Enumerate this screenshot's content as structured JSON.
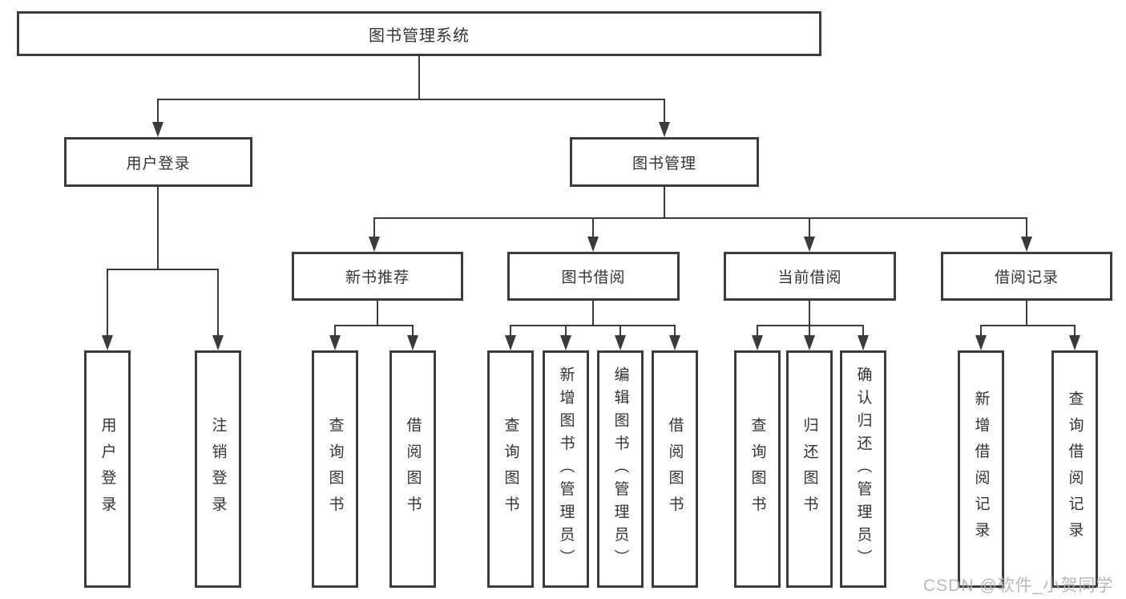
{
  "diagram": {
    "root": "图书管理系统",
    "level2": {
      "user_login": "用户登录",
      "book_management": "图书管理"
    },
    "level3": {
      "new_book": "新书推荐",
      "book_borrow": "图书借阅",
      "current_borrow": "当前借阅",
      "borrow_record": "借阅记录"
    },
    "leaves": {
      "user_login": [
        "用户登录",
        "注销登录"
      ],
      "new_book": [
        "查询图书",
        "借阅图书"
      ],
      "book_borrow": [
        "查询图书",
        "新增图书（管理员）",
        "编辑图书（管理员）",
        "借阅图书"
      ],
      "current_borrow": [
        "查询图书",
        "归还图书",
        "确认归还（管理员）"
      ],
      "borrow_record": [
        "新增借阅记录",
        "查询借阅记录"
      ]
    },
    "watermark": "CSDN @软件_小贺同学",
    "colors": {
      "line": "#3b3b3b",
      "text": "#333333",
      "watermark": "#b2b2b2",
      "background": "#ffffff"
    }
  }
}
